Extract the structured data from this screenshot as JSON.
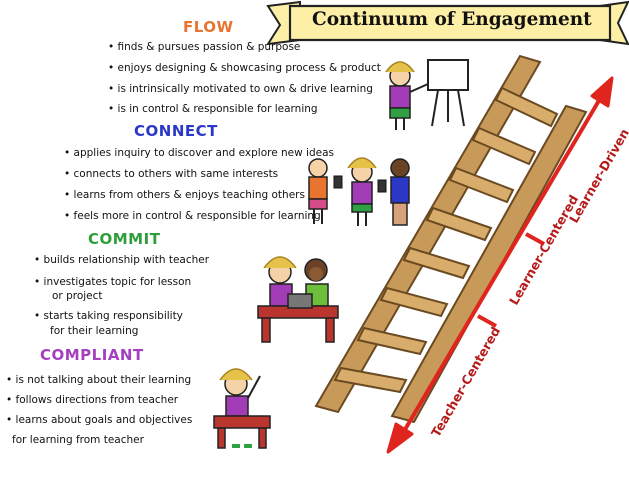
{
  "title": "Continuum of Engagement",
  "colors": {
    "flow": "#e8742f",
    "connect": "#2a37c7",
    "commit": "#2e9e3a",
    "compliant": "#a43fc1",
    "arrow": "#e0241e",
    "ladder": "#c89a5a",
    "ladder_dark": "#7a5428",
    "banner": "#fdf0a6"
  },
  "levels": [
    {
      "name": "FLOW",
      "items": [
        "finds & pursues passion & purpose",
        "enjoys designing & showcasing process & product",
        "is intrinsically motivated to own & drive learning",
        "is in control & responsible for learning"
      ]
    },
    {
      "name": "CONNECT",
      "items": [
        "applies inquiry to discover and explore new ideas",
        "connects to others with same interests",
        "learns from others & enjoys teaching others",
        "feels more in control & responsible for learning"
      ]
    },
    {
      "name": "COMMIT",
      "items": [
        "builds relationship with teacher",
        "investigates topic for lesson",
        "or project",
        "starts taking responsibility",
        "for their learning"
      ]
    },
    {
      "name": "COMPLIANT",
      "items": [
        "is not talking about their learning",
        "follows directions from teacher",
        "learns about goals and objectives",
        "for learning from teacher"
      ]
    }
  ],
  "axis_labels": [
    "Teacher-Centered",
    "Learner-Centered",
    "Learner-Driven"
  ],
  "icons": [
    "ladder-icon",
    "whiteboard-icon",
    "student-icon",
    "desk-icon",
    "laptop-icon",
    "phone-icon"
  ]
}
